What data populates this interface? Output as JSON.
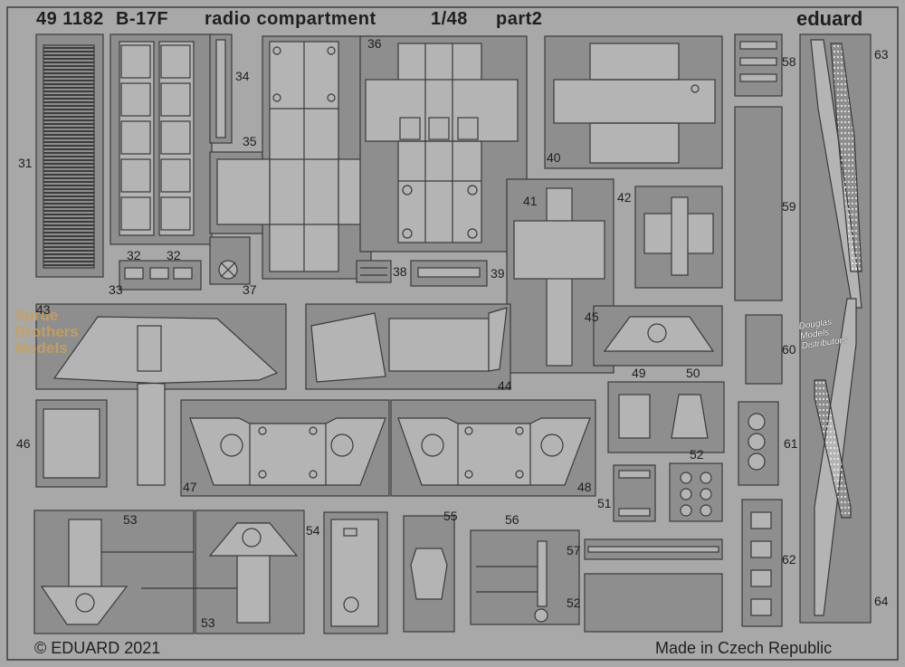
{
  "header": {
    "code": "49 1182",
    "aircraft": "B-17F",
    "subject": "radio compartment",
    "scale": "1/48",
    "part": "part2",
    "brand": "eduard"
  },
  "footer": {
    "copyright": "© EDUARD 2021",
    "origin": "Made in Czech Republic"
  },
  "watermarks": {
    "left": [
      "Sprue",
      "Brothers",
      "Models"
    ],
    "right": [
      "Douglas",
      "Models",
      "Distributors"
    ]
  },
  "part_numbers": {
    "p31": "31",
    "p32a": "32",
    "p32b": "32",
    "p33": "33",
    "p34": "34",
    "p35": "35",
    "p36": "36",
    "p37": "37",
    "p38": "38",
    "p39": "39",
    "p40": "40",
    "p41": "41",
    "p42": "42",
    "p43": "43",
    "p44": "44",
    "p45": "45",
    "p46": "46",
    "p47": "47",
    "p48": "48",
    "p49": "49",
    "p50": "50",
    "p51": "51",
    "p52a": "52",
    "p52b": "52",
    "p53a": "53",
    "p53b": "53",
    "p54": "54",
    "p55": "55",
    "p56": "56",
    "p57": "57",
    "p58": "58",
    "p59": "59",
    "p60": "60",
    "p61": "61",
    "p62": "62",
    "p63": "63",
    "p64": "64"
  },
  "colors": {
    "fret": "#a8a8a8",
    "part_fill": "#b4b4b4",
    "cavity": "#8e8e8e",
    "outline": "#3a3a3a",
    "text": "#1f1f1f"
  }
}
